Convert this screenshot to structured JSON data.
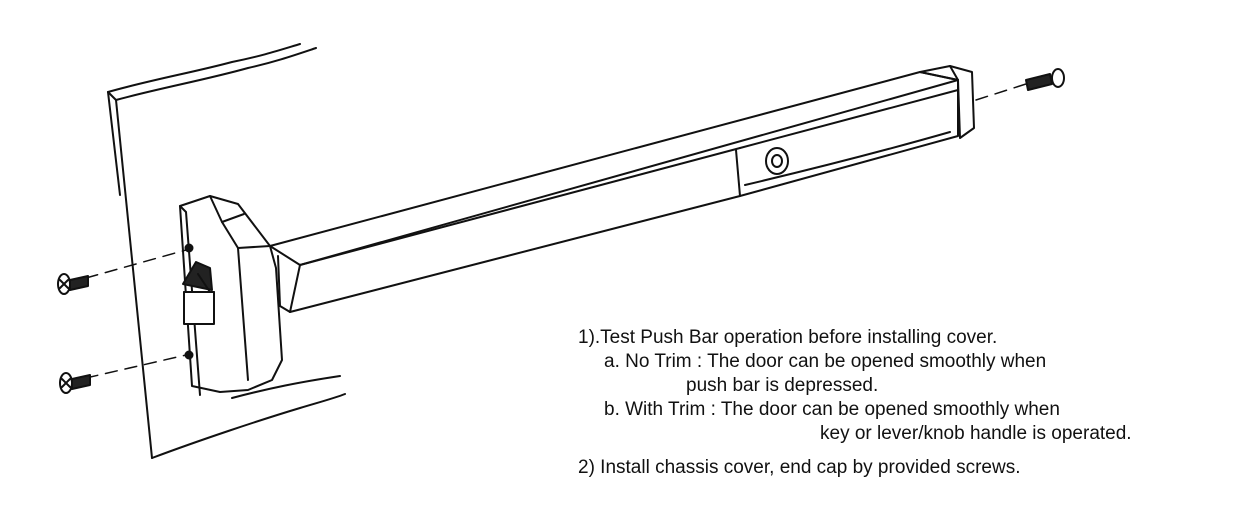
{
  "instructions": {
    "step1": "1).Test Push Bar operation before installing cover.",
    "step1a_line1": "a. No Trim : The door can be opened smoothly when",
    "step1a_line2": "push bar is depressed.",
    "step1b_line1": "b. With Trim : The door can be opened smoothly when",
    "step1b_line2": "key or lever/knob handle is operated.",
    "step2": "2) Install chassis cover, end cap by provided screws."
  },
  "diagram": {
    "parts": [
      "door-edge",
      "push-bar",
      "chassis-head",
      "end-cap",
      "cylinder",
      "mounting-screw-top",
      "mounting-screw-bottom",
      "end-cap-screw",
      "latch-bolt"
    ],
    "line_color": "#111111",
    "background": "#ffffff"
  }
}
